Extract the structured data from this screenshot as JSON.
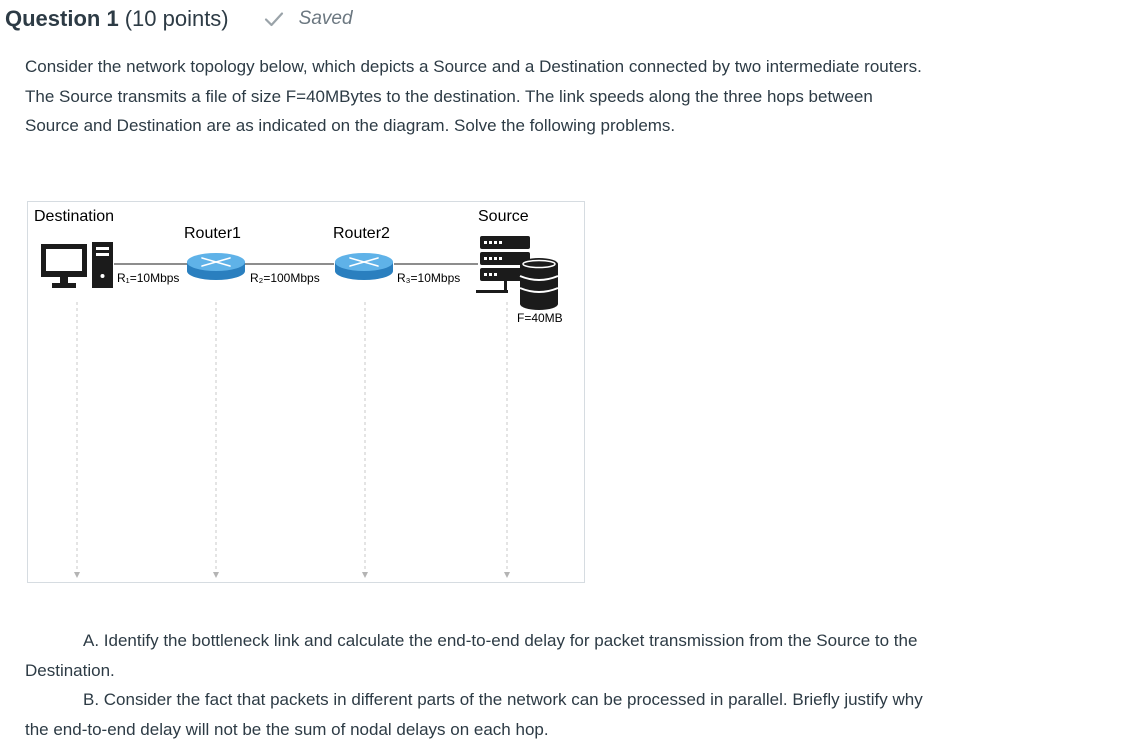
{
  "question": {
    "title": "Question 1",
    "points": "(10 points)",
    "status": "Saved",
    "status_icon": "checkmark-icon"
  },
  "prompt": "Consider the network topology below, which depicts a Source and a Destination connected by two intermediate routers. The Source transmits a file of size F=40MBytes to the destination. The link speeds along the three hops between Source and Destination are as indicated on the diagram. Solve the following problems.",
  "diagram": {
    "destination_label": "Destination",
    "source_label": "Source",
    "router1_label": "Router1",
    "router2_label": "Router2",
    "link1_label": "R₁=10Mbps",
    "link2_label": "R₂=100Mbps",
    "link3_label": "R₃=10Mbps",
    "file_label": "F=40MB",
    "colors": {
      "router_blue": "#4aa3df",
      "device_dark": "#1b1b1b",
      "timeline": "#c8c8c8"
    }
  },
  "parts": {
    "a": "A. Identify the bottleneck link and calculate the end-to-end delay for packet transmission from the Source to the Destination.",
    "b": "B. Consider the fact that packets in different parts of the network can be processed in parallel. Briefly justify why the end-to-end delay will not be the sum of nodal delays on each hop."
  }
}
